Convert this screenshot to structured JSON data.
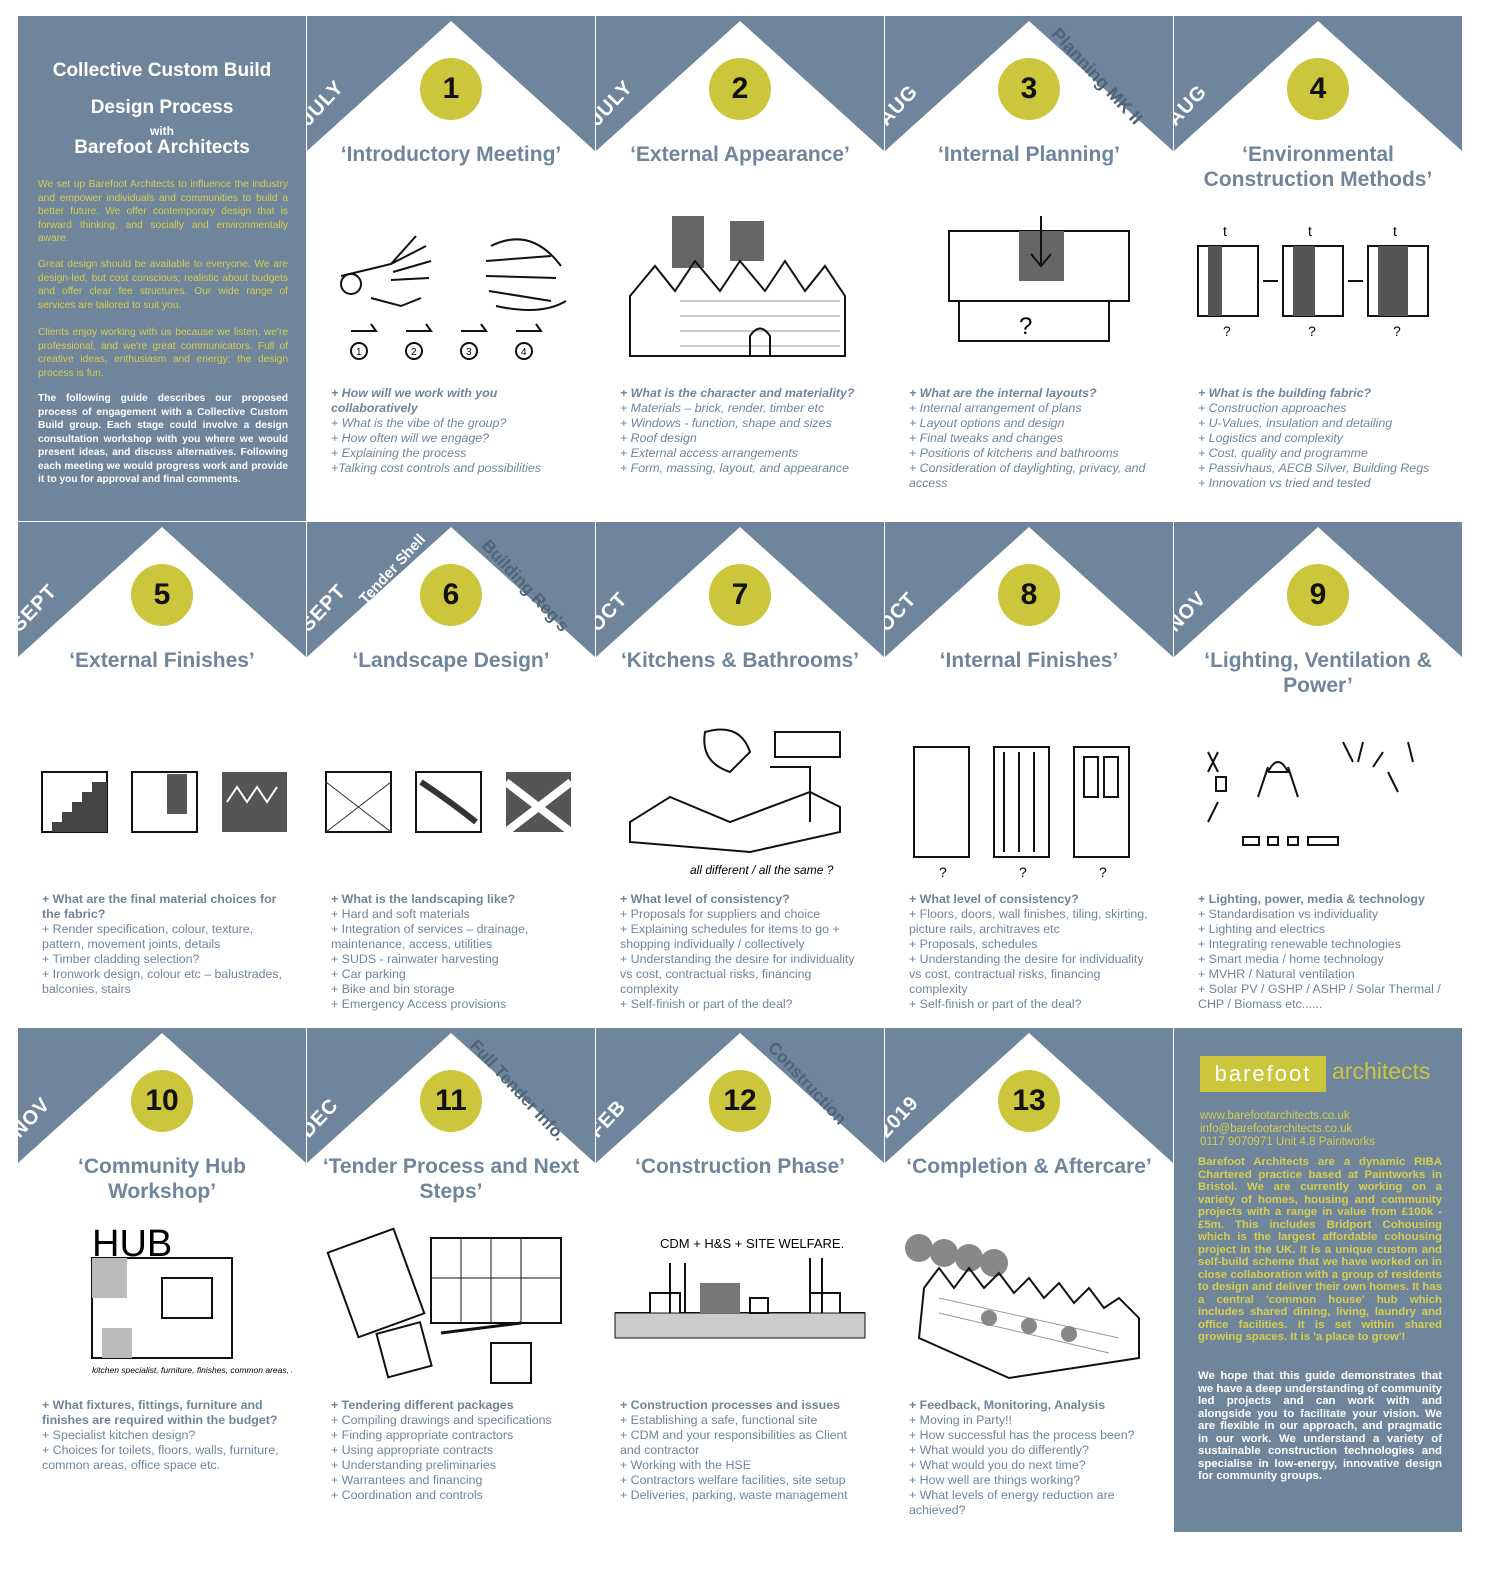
{
  "intro": {
    "title1": "Collective Custom Build",
    "title2": "Design Process",
    "with": "with",
    "title3": "Barefoot Architects",
    "p1": "We set up Barefoot Architects to influence the industry and empower individuals and communities to build a better future. We offer contemporary design that is forward thinking, and socially and environmentally aware.",
    "p2": "Great design should be available to everyone. We are design-led, but cost conscious; realistic about budgets and offer clear fee structures. Our wide range of services are tailored to suit you.",
    "p3": "Clients enjoy working with us because we listen, we're professional, and we're great communicators. Full of creative ideas, enthusiasm and energy; the design process is fun.",
    "p4": "The following guide describes our proposed process of engagement with a Collective Custom Build group. Each stage could involve a design consultation workshop with you where we would present ideas, and discuss alternatives. Following each meeting we would progress work and provide it to you for approval and final comments."
  },
  "stages": [
    {
      "num": "1",
      "month": "JULY",
      "title": "‘Introductory Meeting’",
      "lead": "+ How will we work with you collaboratively",
      "items": [
        "+ What is the vibe of the group?",
        "+ How often will we engage?",
        "+ Explaining the process",
        "+Talking cost controls and possibilities"
      ]
    },
    {
      "num": "2",
      "month": "JULY",
      "title": "‘External Appearance’",
      "lead": "+ What is the character and materiality?",
      "items": [
        "+ Materials – brick, render, timber etc",
        "+ Windows - function, shape and sizes",
        "+ Roof design",
        "+ External access arrangements",
        "+ Form, massing, layout, and appearance"
      ]
    },
    {
      "num": "3",
      "month": "AUG",
      "title": "‘Internal Planning’",
      "lead": "+ What are the internal layouts?",
      "items": [
        "+ Internal arrangement of plans",
        "+ Layout options and design",
        "+ Final tweaks and changes",
        "+ Positions of kitchens and bathrooms",
        "+ Consideration of daylighting, privacy, and access"
      ]
    },
    {
      "num": "4",
      "month": "AUG",
      "title": "‘Environmental Construction Methods’",
      "lead": "+ What is the building fabric?",
      "items": [
        "+ Construction approaches",
        "+ U-Values, insulation and detailing",
        "+ Logistics and complexity",
        "+ Cost, quality and programme",
        "+ Passivhaus, AECB Silver, Building Regs",
        "+ Innovation vs tried and tested"
      ]
    },
    {
      "num": "5",
      "month": "SEPT",
      "title": "‘External Finishes’",
      "lead": "+ What are the final material choices for the fabric?",
      "items": [
        "+ Render specification, colour, texture, pattern, movement joints, details",
        "+ Timber cladding selection?",
        "+ Ironwork design, colour etc – balustrades, balconies, stairs"
      ]
    },
    {
      "num": "6",
      "month": "SEPT",
      "title": "‘Landscape Design’",
      "lead": "+ What is the landscaping like?",
      "items": [
        "+ Hard and soft materials",
        "+ Integration of services – drainage, maintenance, access, utilities",
        "+ SUDS - rainwater harvesting",
        "+ Car parking",
        "+ Bike and bin storage",
        "+ Emergency Access provisions"
      ]
    },
    {
      "num": "7",
      "month": "OCT",
      "title": "‘Kitchens  & Bathrooms’",
      "lead": "+ What level of consistency?",
      "items": [
        "+ Proposals for suppliers and choice",
        "+ Explaining schedules for items to go + shopping individually / collectively",
        "+ Understanding the desire for individuality vs cost, contractual risks, financing complexity",
        "+ Self-finish or part of the deal?"
      ]
    },
    {
      "num": "8",
      "month": "OCT",
      "title": "‘Internal Finishes’",
      "lead": "+ What level of consistency?",
      "items": [
        "+ Floors, doors, wall finishes, tiling, skirting, picture rails, architraves etc",
        "+ Proposals, schedules",
        "+ Understanding the desire for individuality vs cost, contractual risks, financing complexity",
        "+ Self-finish or part of the deal?"
      ]
    },
    {
      "num": "9",
      "month": "NOV",
      "title": "‘Lighting, Ventilation & Power’",
      "lead": "+ Lighting, power, media & technology",
      "items": [
        "+ Standardisation vs individuality",
        "+ Lighting and electrics",
        "+ Integrating renewable technologies",
        "+ Smart media / home technology",
        "+ MVHR / Natural ventilation",
        "+ Solar PV / GSHP / ASHP / Solar Thermal / CHP / Biomass etc......"
      ]
    },
    {
      "num": "10",
      "month": "NOV",
      "title": "‘Community Hub Workshop’",
      "lead": "+ What fixtures, fittings, furniture and finishes are required within the budget?",
      "items": [
        "+ Specialist kitchen design?",
        "+ Choices for toilets, floors, walls, furniture, common areas, office space etc."
      ]
    },
    {
      "num": "11",
      "month": "DEC",
      "title": "‘Tender Process and Next Steps’",
      "lead": "+ Tendering different packages",
      "items": [
        "+ Compiling drawings and specifications",
        "+ Finding appropriate contractors",
        "+ Using appropriate contracts",
        "+ Understanding preliminaries",
        "+ Warrantees and financing",
        "+ Coordination and controls"
      ]
    },
    {
      "num": "12",
      "month": "FEB",
      "title": "‘Construction Phase’",
      "lead": "+ Construction processes and issues",
      "items": [
        "+ Establishing a safe, functional site",
        "+ CDM and your responsibilities as Client and contractor",
        "+ Working with the HSE",
        "+ Contractors welfare facilities, site setup",
        "+ Deliveries, parking, waste management"
      ]
    },
    {
      "num": "13",
      "month": "2019",
      "title": "‘Completion & Aftercare’",
      "lead": "+ Feedback, Monitoring, Analysis",
      "items": [
        "+ Moving in Party!!",
        "+ How successful has the process been?",
        "+ What would you do differently?",
        "+ What would you do next time?",
        "+ How well are things working?",
        "+ What levels of energy reduction are achieved?"
      ]
    }
  ],
  "milestones": {
    "planning": "Planning MK II",
    "tender_shell": "Tender Shell",
    "building_regs": "Building Reg's",
    "full_tender": "Full Tender Info.",
    "construction": "Construction"
  },
  "sketch_text": {
    "kitchens": "all different / all the same ?",
    "hub": "HUB",
    "hub_note": "kitchen specialist, furniture, finishes, common areas, lighting.",
    "construction": "CDM + H&S + SITE WELFARE.",
    "steps": [
      "1",
      "2",
      "3",
      "4"
    ]
  },
  "outro": {
    "logo_left": "barefoot",
    "logo_right": "architects",
    "web": "www.barefootarchitects.co.uk",
    "email": "info@barefootarchitects.co.uk",
    "phone": "0117 9070971 Unit 4.8 Paintworks",
    "about1": "Barefoot Architects are a dynamic RIBA Chartered practice based at Paintworks in Bristol. We are currently working on a variety of homes, housing and community projects with a range in value from £100k - £5m. This includes Bridport Cohousing which is the largest affordable cohousing project in the UK. It is a unique custom and self-build scheme that we have worked on in close collaboration with a group of residents to design and deliver their own homes. It has a central 'common house' hub which includes shared dining, living, laundry and office facilities. It is set within shared growing spaces. It is 'a place to grow'!",
    "about2": "We hope that this guide demonstrates that we have a deep understanding of community led projects and can work with and alongside you to facilitate your vision. We are flexible in our approach, and pragmatic in our work. We understand a variety of sustainable construction technologies and specialise in low-energy, innovative design for community groups."
  },
  "colors": {
    "panel": "#6f859b",
    "accent": "#ccc63c",
    "text_blue": "#6f859b"
  }
}
